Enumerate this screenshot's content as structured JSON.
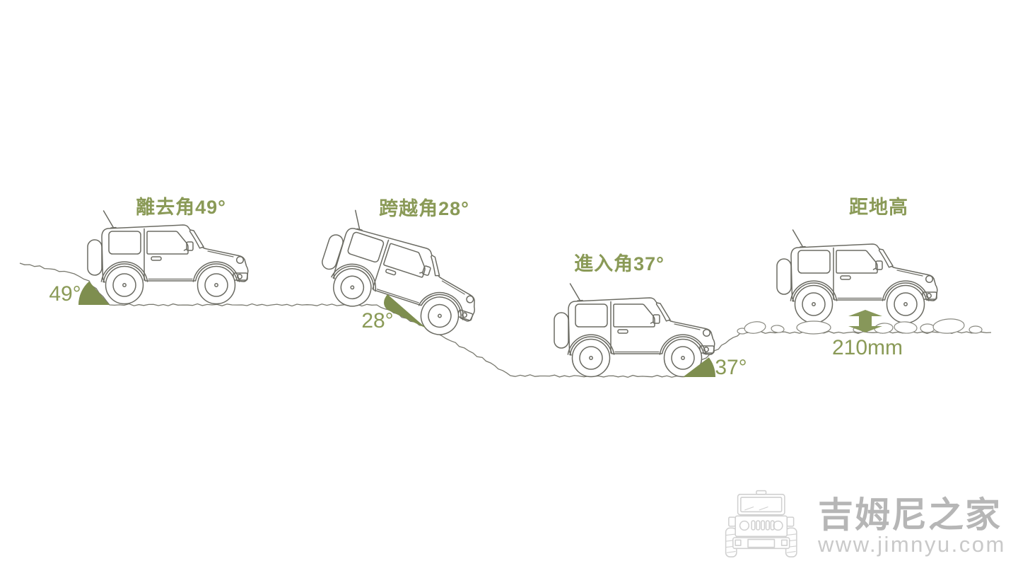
{
  "colors": {
    "accent_olive": "#8a9a57",
    "wedge_olive": "#7e8e4f",
    "car_line": "#6b6b63",
    "terrain_line": "#79796f",
    "watermark_gray": "#c9c9c9"
  },
  "sections": [
    {
      "id": "departure",
      "title": "離去角49°",
      "angle": "49°"
    },
    {
      "id": "breakover",
      "title": "跨越角28°",
      "angle": "28°"
    },
    {
      "id": "approach",
      "title": "進入角37°",
      "angle": "37°"
    },
    {
      "id": "clearance",
      "title": "距地高",
      "value": "210mm"
    }
  ],
  "watermark": {
    "brand": "吉姆尼之家",
    "url": "www.jimnyu.com"
  }
}
